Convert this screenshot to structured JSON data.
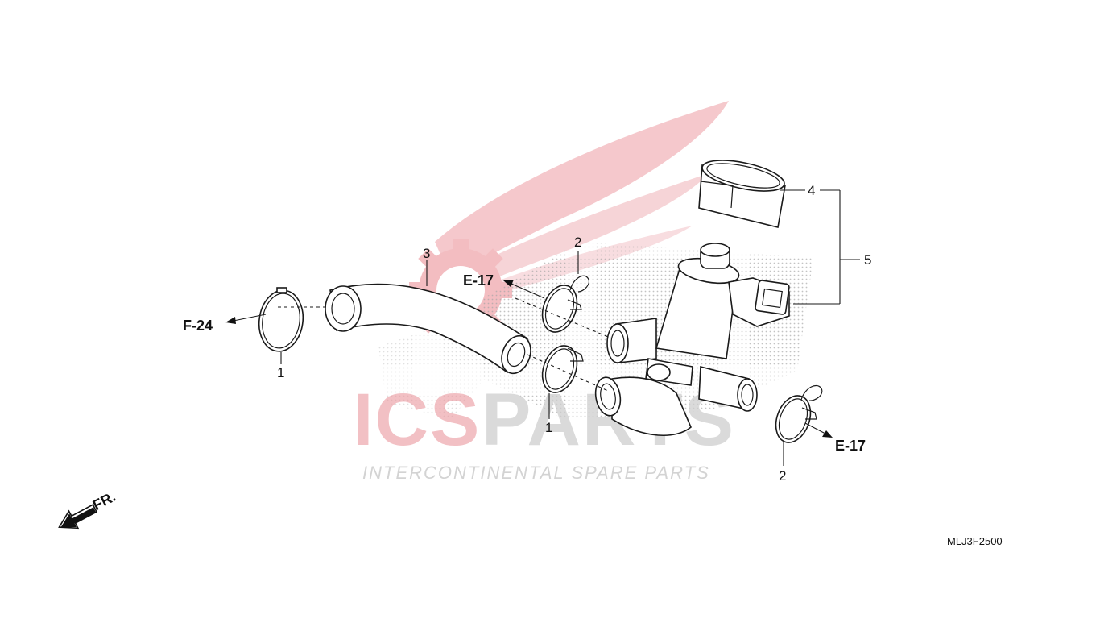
{
  "watermark": {
    "brand_part1": "ICS",
    "brand_part2": "PARTS",
    "tagline": "INTERCONTINENTAL SPARE PARTS",
    "colors": {
      "red": "#e4606a",
      "grey": "#c9c9c9",
      "dots": "#9a9a9a"
    }
  },
  "callouts": {
    "c1_left": "1",
    "c1_mid": "1",
    "c2_top": "2",
    "c2_bottom": "2",
    "c3": "3",
    "c4": "4",
    "c5": "5"
  },
  "references": {
    "f24": "F-24",
    "e17_left": "E-17",
    "e17_right": "E-17"
  },
  "front_marker": "FR.",
  "diagram_code": "MLJ3F2500"
}
